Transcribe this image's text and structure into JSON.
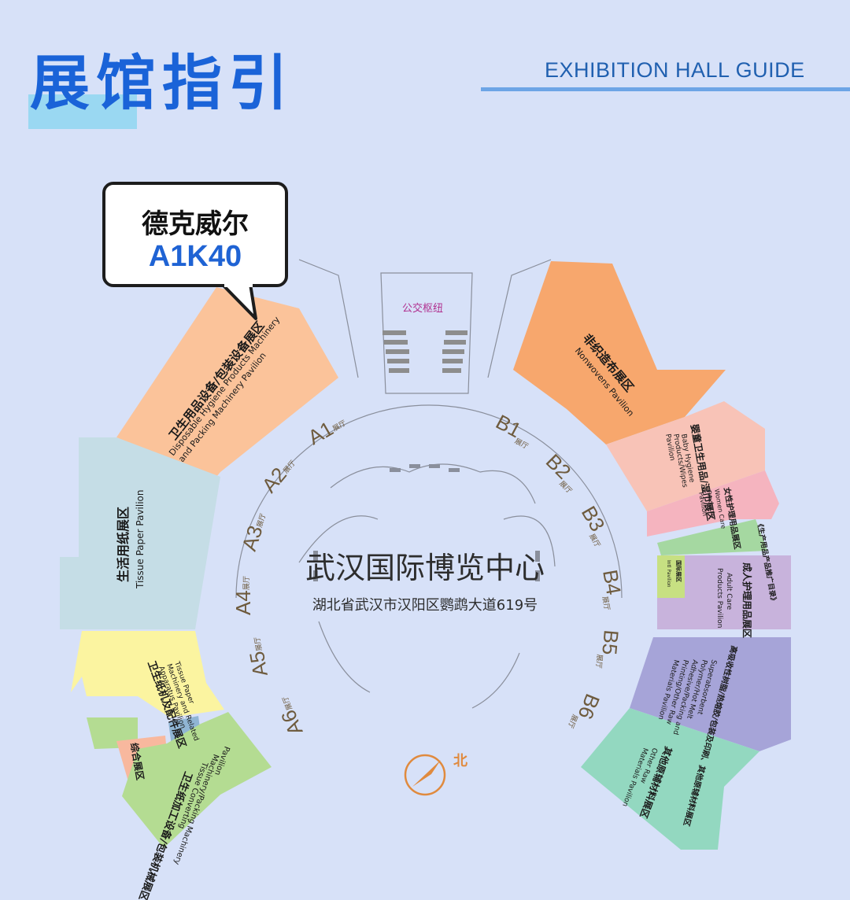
{
  "header": {
    "title_cn": "展馆指引",
    "title_en": "EXHIBITION HALL GUIDE"
  },
  "callout": {
    "company": "德克威尔",
    "booth": "A1K40"
  },
  "center": {
    "name": "武汉国际博览中心",
    "address": "湖北省武汉市汉阳区鹦鹉大道619号"
  },
  "transit": "公交枢纽",
  "compass_label": "北",
  "halls": [
    {
      "id": "A1",
      "suffix": "展厅"
    },
    {
      "id": "A2",
      "suffix": "展厅"
    },
    {
      "id": "A3",
      "suffix": "展厅"
    },
    {
      "id": "A4",
      "suffix": "展厅"
    },
    {
      "id": "A5",
      "suffix": "展厅"
    },
    {
      "id": "A6",
      "suffix": "展厅"
    },
    {
      "id": "B1",
      "suffix": "展厅"
    },
    {
      "id": "B2",
      "suffix": "展厅"
    },
    {
      "id": "B3",
      "suffix": "展厅"
    },
    {
      "id": "B4",
      "suffix": "展厅"
    },
    {
      "id": "B5",
      "suffix": "展厅"
    },
    {
      "id": "B6",
      "suffix": "展厅"
    }
  ],
  "zones": {
    "a1": {
      "cn": "卫生用品设备/包装设备展区",
      "en1": "Disposable Hygiene Products Machinery",
      "en2": "and Packing Machinery Pavilion",
      "color": "#fbc39a"
    },
    "a2": {
      "cn": "生活用纸展区",
      "en1": "Tissue Paper Pavilion",
      "color": "#c5dde6"
    },
    "a3": {
      "cn": "卫生纸机及配件展区",
      "en1": "Tissue Paper",
      "en2": "Machinery and Related",
      "en3": "Apparatus Pavilion",
      "color": "#fbf4a0"
    },
    "a4": {
      "cn": "卫生纸加工设备/包装机械展区",
      "en1": "Tissue Converting",
      "en2": "Machinery/Packing Machinery",
      "en3": "Pavilion",
      "color": "#b4dc92"
    },
    "a5": {
      "cn": "综合展区",
      "color": "#f8b89e"
    },
    "b1": {
      "cn": "非织造布展区",
      "en1": "Nonwovens Pavilion",
      "color": "#f7a76d"
    },
    "b2": {
      "cn": "婴童卫生用品/湿巾展区",
      "en1": "Baby Hygiene",
      "en2": "Products/Wipes",
      "en3": "Pavilion",
      "color": "#f8c3b7"
    },
    "b3": {
      "cn": "女性护理用品展区",
      "en1": "Women Care",
      "en2": "Products",
      "en3": "Pavilion",
      "color": "#f5b4bf"
    },
    "b3b": {
      "cn": "《生产用品产品推广目录》",
      "color": "#a5d8a1"
    },
    "b4": {
      "cn": "成人护理用品展区",
      "en1": "Adult Care",
      "en2": "Products Pavilion",
      "color": "#c8b3dc"
    },
    "b4b": {
      "cn": "国际展区",
      "en1": "Intl Pavilion",
      "color": "#c7e082"
    },
    "b5": {
      "cn": "高吸收性树脂/热熔胶/包装及印刷、其他原辅材料展区",
      "en1": "Superabsorbent",
      "en2": "Polymer/Hot Melt",
      "en3": "Adhesive/Packing and",
      "en4": "Printing/Other Raw",
      "en5": "Materials Pavilion",
      "color": "#a6a4d8"
    },
    "b6": {
      "cn": "其他原辅材料展区",
      "en1": "Other Raw",
      "en2": "Materials Pavilion",
      "color": "#93d8c0"
    }
  }
}
